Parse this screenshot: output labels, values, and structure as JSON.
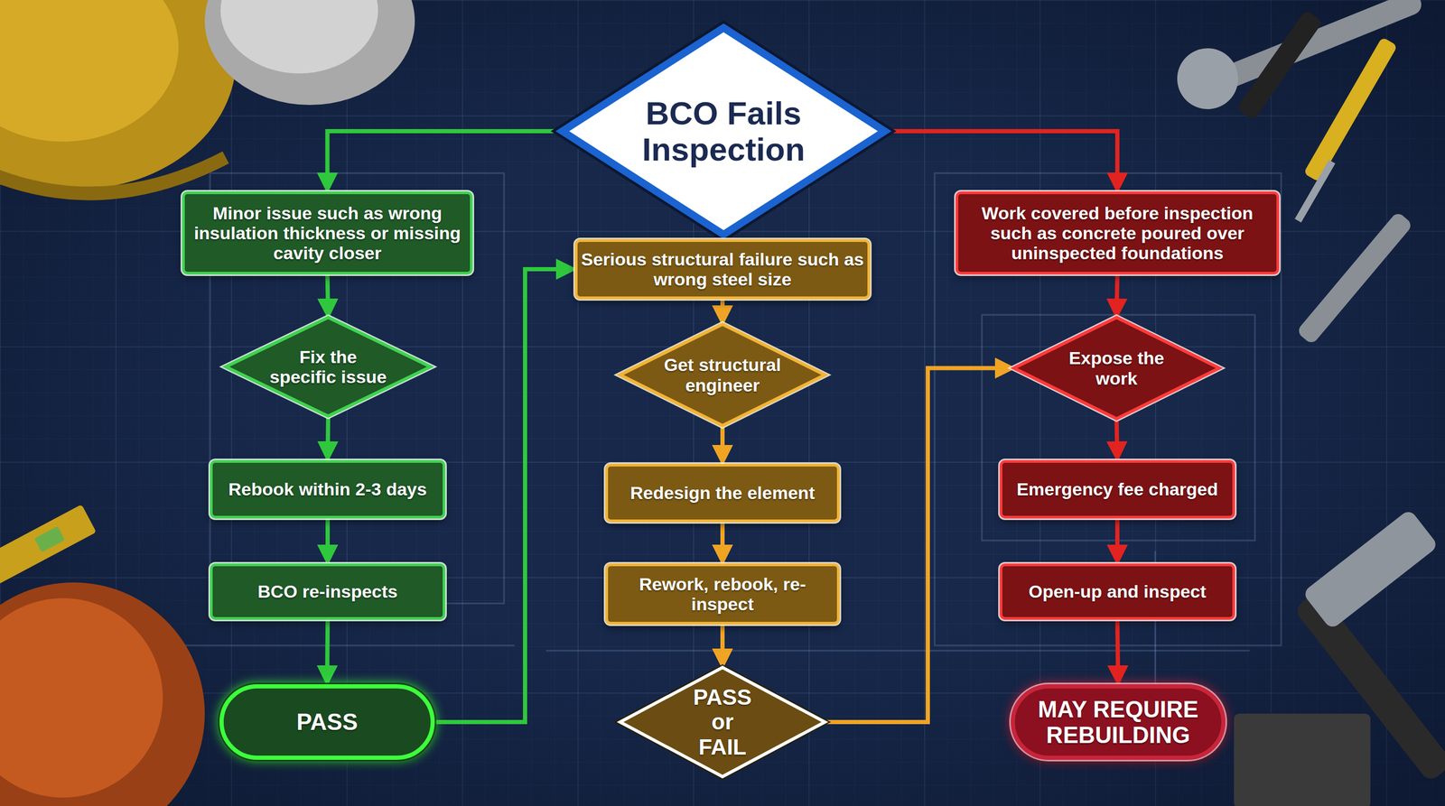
{
  "diagram": {
    "nodes": [
      {
        "text": [
          "BCO Fails Inspection"
        ]
      },
      {
        "text": [
          "Minor issue such as wrong insulation thickness or missing cavity closer"
        ]
      },
      {
        "text": [
          "Serious structural failure such as wrong steel size"
        ]
      },
      {
        "text": [
          "Work covered before inspection such as concrete poured over uninspected foundations"
        ]
      },
      {
        "text": [
          "Fix the specific issue"
        ]
      },
      {
        "text": [
          "Get structural engineer"
        ]
      },
      {
        "text": [
          "Expose the work"
        ]
      },
      {
        "text": [
          "Rebook within 2-3 days"
        ]
      },
      {
        "text": [
          "Redesign the element"
        ]
      },
      {
        "text": [
          "Emergency fee charged"
        ]
      },
      {
        "text": [
          "BCO re-inspects"
        ]
      },
      {
        "text": [
          "Rework, rebook, re-inspect"
        ]
      },
      {
        "text": [
          "Open-up and inspect"
        ]
      },
      {
        "text": [
          "PASS"
        ]
      },
      {
        "text": [
          "PASS or FAIL"
        ]
      },
      {
        "text": [
          "MAY REQUIRE REBUILDING"
        ]
      }
    ],
    "edges": [
      {
        "from": 0,
        "to": 1,
        "arrow": "to"
      },
      {
        "from": 0,
        "to": 3,
        "arrow": "to"
      },
      {
        "from": 1,
        "to": 4,
        "arrow": "to"
      },
      {
        "from": 4,
        "to": 7,
        "arrow": "to"
      },
      {
        "from": 7,
        "to": 10,
        "arrow": "to"
      },
      {
        "from": 10,
        "to": 13,
        "arrow": "to"
      },
      {
        "from": 13,
        "to": 2,
        "arrow": "to"
      },
      {
        "from": 2,
        "to": 5,
        "arrow": "to"
      },
      {
        "from": 5,
        "to": 8,
        "arrow": "to"
      },
      {
        "from": 8,
        "to": 11,
        "arrow": "to"
      },
      {
        "from": 11,
        "to": 14,
        "arrow": "to"
      },
      {
        "from": 14,
        "to": 6,
        "arrow": "to"
      },
      {
        "from": 3,
        "to": 6,
        "arrow": "to"
      },
      {
        "from": 6,
        "to": 9,
        "arrow": "to"
      },
      {
        "from": 9,
        "to": 12,
        "arrow": "to"
      },
      {
        "from": 12,
        "to": 15,
        "arrow": "to"
      }
    ]
  }
}
